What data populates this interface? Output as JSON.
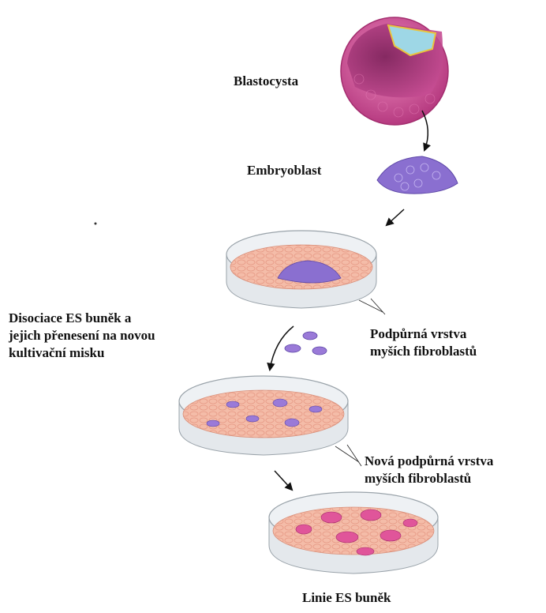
{
  "labels": {
    "blastocyst": "Blastocysta",
    "embryoblast": "Embryoblast",
    "dissociation": "Disociace ES buněk a\njejich přenesení na novou\nkultivační misku",
    "feeder_layer": "Podpůrná vrstva\nmyších fibroblastů",
    "new_feeder_layer": "Nová podpůrná vrstva\nmyších fibroblastů",
    "es_line": "Linie ES buněk"
  },
  "colors": {
    "blastocyst_outer": "#d95a9c",
    "blastocyst_inner": "#b8347e",
    "embryoblast": "#8a6fd0",
    "dish_medium": "#f3b9a6",
    "dish_glass": "#e6eaee",
    "es_colony": "#9a7ad8",
    "final_colony": "#e0559a",
    "arrow": "#111111"
  }
}
